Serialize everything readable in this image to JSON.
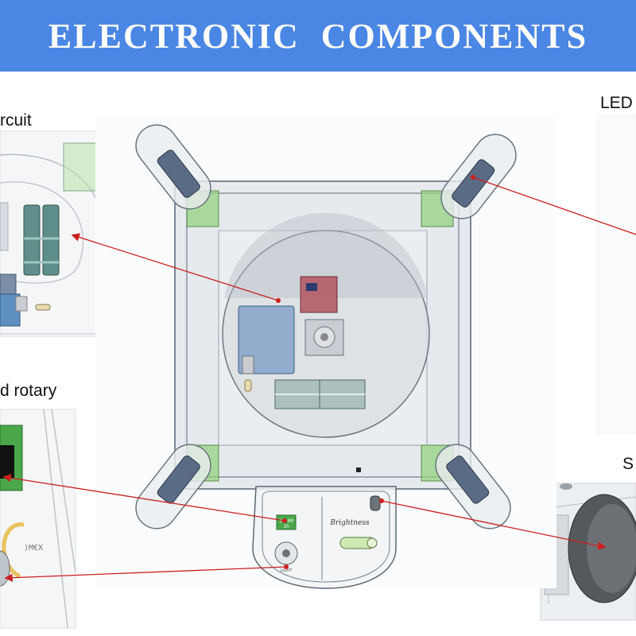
{
  "banner": {
    "title": "ELECTRONIC  COMPONENTS"
  },
  "callouts": {
    "circuit": "rcuit",
    "rotary": "d rotary",
    "led": "LED",
    "s": "S"
  },
  "display_board": {
    "lines": [
      "10:00",
      "1h"
    ]
  },
  "dial_label": "Brightness",
  "knob_label": "LIGHT",
  "colors": {
    "banner": "#4a86e4",
    "arrow": "#cc1f1f",
    "corner_block": "#8fd07a"
  }
}
